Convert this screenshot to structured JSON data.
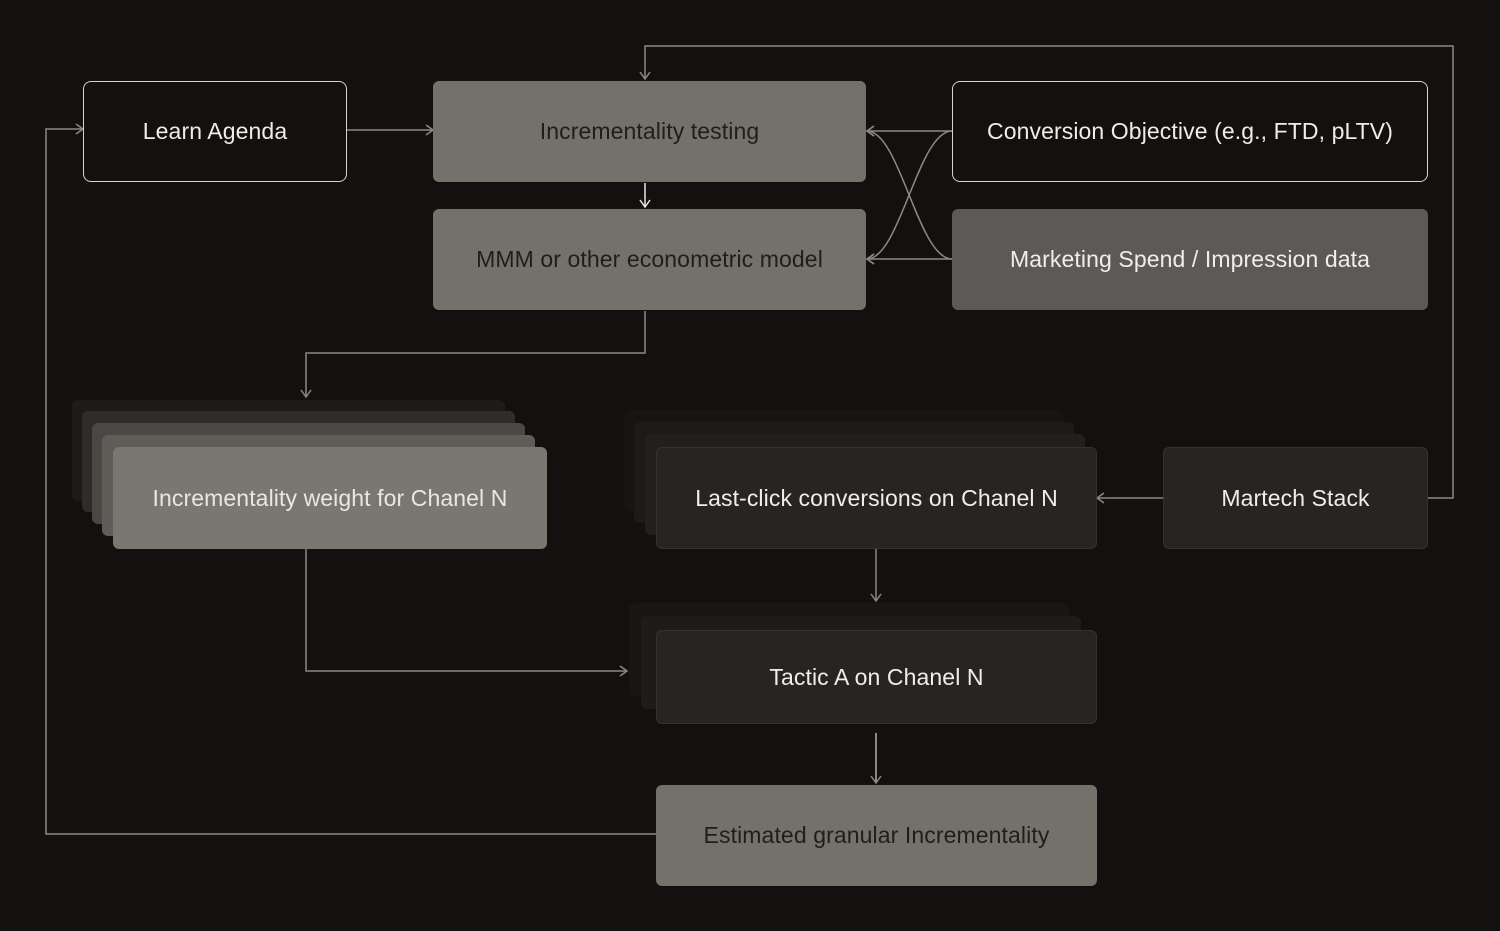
{
  "diagram": {
    "nodes": {
      "learn_agenda": "Learn Agenda",
      "incrementality_testing": "Incrementality testing",
      "conversion_objective": "Conversion Objective (e.g., FTD, pLTV)",
      "mmm_model": "MMM or other econometric model",
      "marketing_spend": "Marketing Spend / Impression data",
      "incrementality_weight": "Incrementality weight for Chanel N",
      "last_click_conversions": "Last-click conversions on Chanel N",
      "martech_stack": "Martech Stack",
      "tactic_a": "Tactic A on Chanel N",
      "estimated_incrementality": "Estimated granular Incrementality"
    }
  },
  "colors": {
    "background": "#121110",
    "connector": "#8c8983",
    "gray_box": "#74716b",
    "mid_gray_box": "#5c5a56",
    "dark_box": "#262523"
  }
}
